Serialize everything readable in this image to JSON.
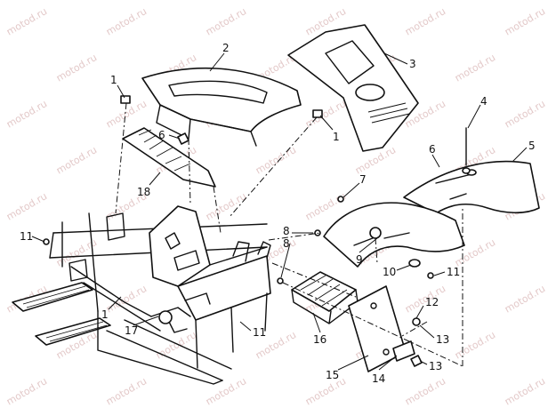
{
  "watermark": "motod.ru",
  "callouts": {
    "c1a": "1",
    "c1b": "1",
    "c1c": "1",
    "c2": "2",
    "c3": "3",
    "c4": "4",
    "c5": "5",
    "c6a": "6",
    "c6b": "6",
    "c7": "7",
    "c8a": "8",
    "c8b": "8",
    "c9": "9",
    "c10": "10",
    "c11a": "11",
    "c11b": "11",
    "c11c": "11",
    "c12": "12",
    "c13a": "13",
    "c13b": "13",
    "c14": "14",
    "c15": "15",
    "c16": "16",
    "c17": "17",
    "c18": "18"
  }
}
